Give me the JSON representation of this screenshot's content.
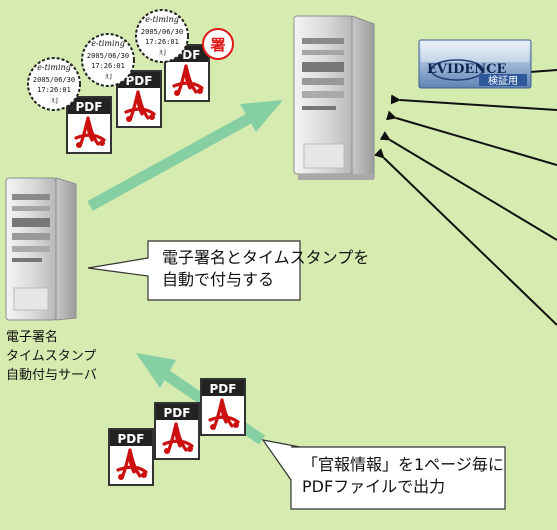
{
  "callout_top": {
    "line1": "電子署名とタイムスタンプを",
    "line2": "自動で付与する"
  },
  "callout_bottom": {
    "line1": "「官報情報」を1ページ毎に",
    "line2": "PDFファイルで出力"
  },
  "server_label": {
    "line1": "電子署名",
    "line2": "タイムスタンプ",
    "line3": "自動付与サーバ"
  },
  "pdf_label": "PDF",
  "signature_badge": "署",
  "timestamps": [
    {
      "logo": "e-timing",
      "date": "2005/06/30",
      "time": "17:26:01",
      "mark": "ぇJ"
    },
    {
      "logo": "e-timing",
      "date": "2005/06/30",
      "time": "17:26:01",
      "mark": "ぇJ"
    },
    {
      "logo": "e-timing",
      "date": "2005/06/30",
      "time": "17:26:01",
      "mark": "ぇJ"
    }
  ],
  "evidence_logo": {
    "brand": "EVIDENCE",
    "sub": "検証用"
  },
  "colors": {
    "background": "#d6ebb0",
    "flow_arrow": "#86cfa2",
    "pdf_red": "#cc1010",
    "badge_red": "#e01818"
  }
}
